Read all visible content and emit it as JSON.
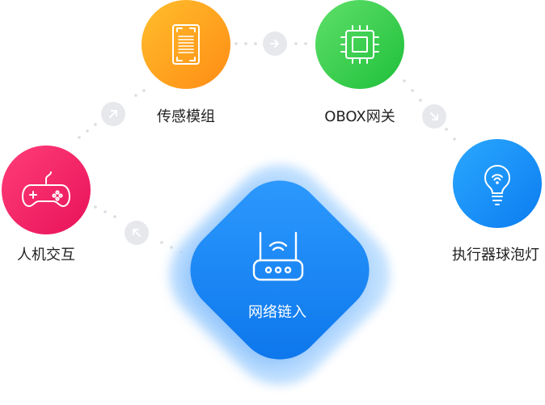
{
  "nodes": {
    "sensor": {
      "label": "传感模组",
      "icon": "barcode-scanner-icon",
      "color_from": "#ffbe2c",
      "color_to": "#ff8c14"
    },
    "gateway": {
      "label": "OBOX网关",
      "icon": "chip-icon",
      "color_from": "#5fe06a",
      "color_to": "#1fbf3a"
    },
    "bulb": {
      "label": "执行器球泡灯",
      "icon": "light-bulb-icon",
      "color_from": "#2aa8ff",
      "color_to": "#0b7cf0"
    },
    "human": {
      "label": "人机交互",
      "icon": "gamepad-icon",
      "color_from": "#ff3d78",
      "color_to": "#e8125a"
    },
    "network": {
      "label": "网络链入",
      "icon": "router-icon",
      "color_from": "#2f9cff",
      "color_to": "#0a74ea"
    }
  },
  "arrows": [
    "arrow-right-icon",
    "arrow-down-right-icon",
    "arrow-up-right-icon",
    "arrow-up-left-icon"
  ]
}
